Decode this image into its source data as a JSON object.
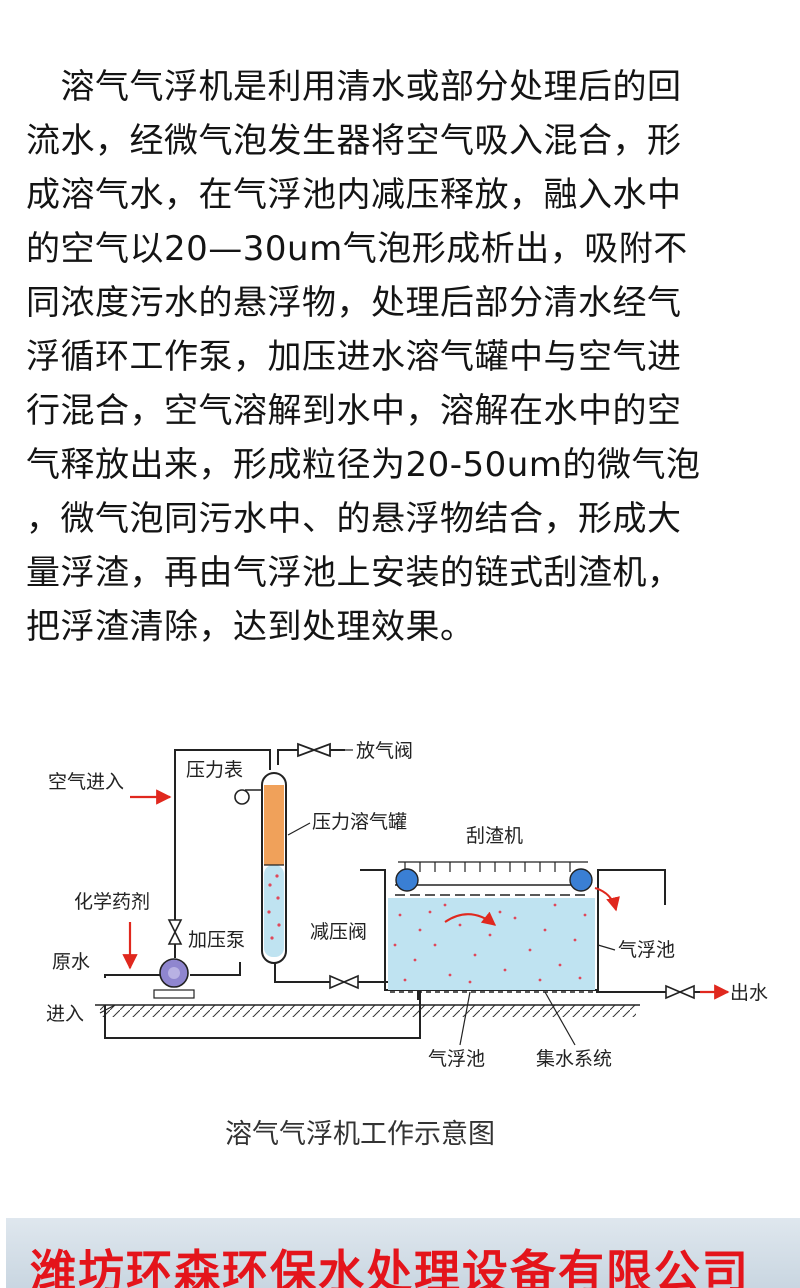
{
  "paragraph_lines": [
    "　溶气气浮机是利用清水或部分处理后的回",
    "流水，经微气泡发生器将空气吸入混合，形",
    "成溶气水，在气浮池内减压释放，融入水中",
    "的空气以20—30um气泡形成析出，吸附不",
    "同浓度污水的悬浮物，处理后部分清水经气",
    "浮循环工作泵，加压进水溶气罐中与空气进",
    "行混合，空气溶解到水中，溶解在水中的空",
    "气释放出来，形成粒径为20-50um的微气泡",
    "，微气泡同污水中、的悬浮物结合，形成大",
    "量浮渣，再由气浮池上安装的链式刮渣机，",
    "把浮渣清除，达到处理效果。"
  ],
  "diagram": {
    "labels": {
      "air_in": "空气进入",
      "pressure_gauge": "压力表",
      "vent_valve": "放气阀",
      "pressure_tank": "压力溶气罐",
      "scraper": "刮渣机",
      "chemical": "化学药剂",
      "pressure_pump": "加压泵",
      "reducing_valve": "减压阀",
      "raw_water": "原水",
      "inlet": "进入",
      "flotation_tank_right": "气浮池",
      "outlet": "出水",
      "flotation_tank_bottom": "气浮池",
      "collection_system": "集水系统"
    },
    "colors": {
      "line": "#222222",
      "arrow_red": "#e0281e",
      "tank_water": "#bfe3f1",
      "tank_air": "#f0a15a",
      "bubble": "#e0475a"
    }
  },
  "caption": "溶气气浮机工作示意图",
  "banner": {
    "text": "潍坊环森环保水处理设备有限公司",
    "color": "#e4141b"
  }
}
